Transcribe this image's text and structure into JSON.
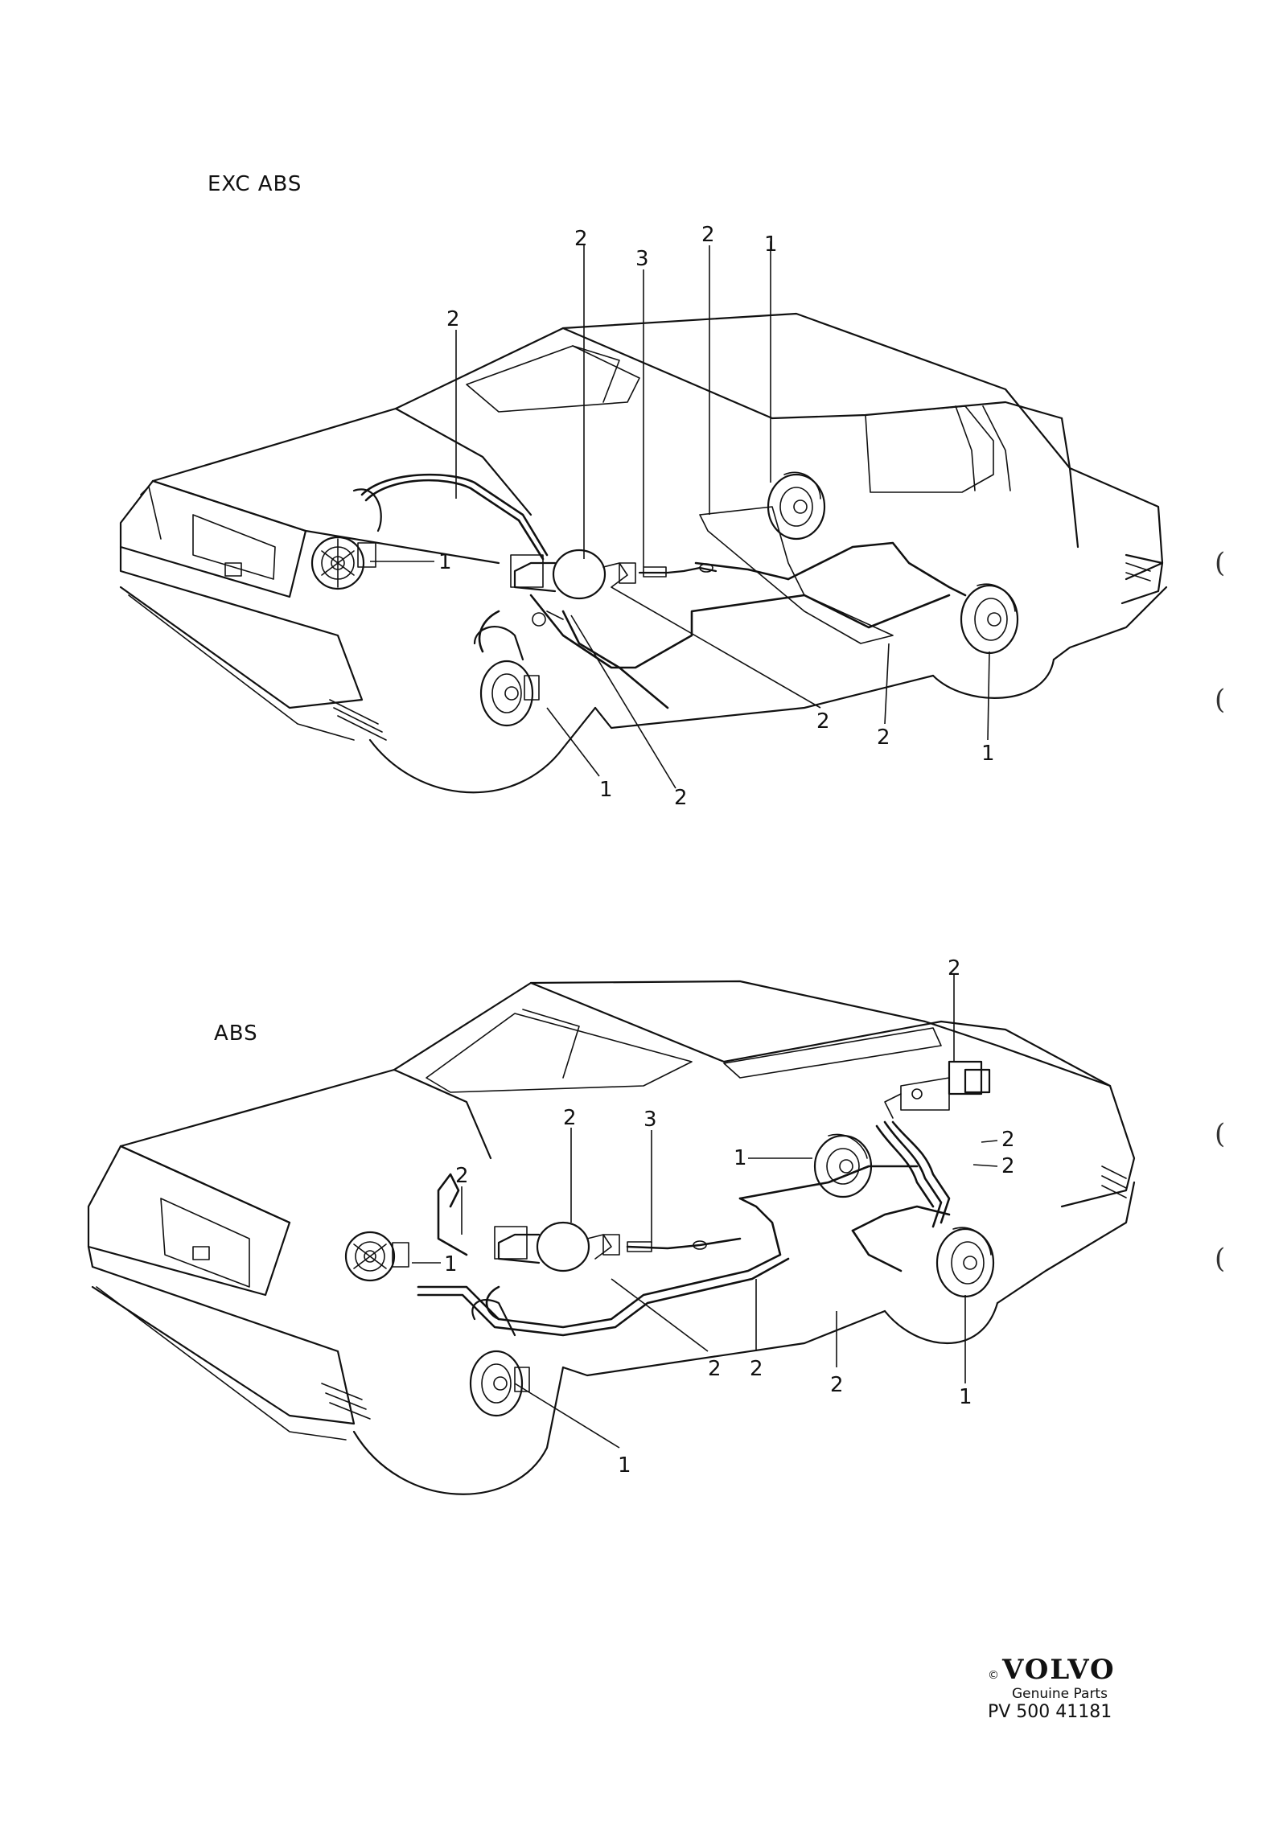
{
  "diagrams": [
    {
      "title": "EXC ABS",
      "callouts": [
        "2",
        "3",
        "2",
        "1",
        "2",
        "1",
        "2",
        "2",
        "1",
        "1",
        "2"
      ]
    },
    {
      "title": "ABS",
      "callouts": [
        "2",
        "2",
        "2",
        "2",
        "3",
        "1",
        "2",
        "1",
        "2",
        "2",
        "2",
        "1",
        "1"
      ]
    }
  ],
  "brand": {
    "copyright": "©",
    "logo": "VOLVO",
    "subtitle": "Genuine Parts",
    "reference": "PV 500 41181"
  },
  "margin_marks": [
    "(",
    "(",
    "(",
    "("
  ]
}
